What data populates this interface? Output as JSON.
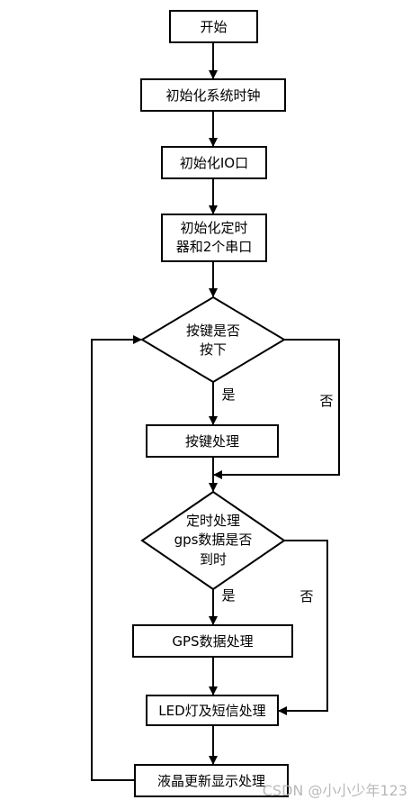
{
  "flowchart": {
    "start": "开始",
    "init_clock": "初始化系统时钟",
    "init_io": "初始化IO口",
    "init_timer_line1": "初始化定时",
    "init_timer_line2": "器和2个串口",
    "decision_key_line1": "按键是否",
    "decision_key_line2": "按下",
    "key_yes": "是",
    "key_no": "否",
    "key_process": "按键处理",
    "decision_timer_line1": "定时处理",
    "decision_timer_line2": "gps数据是否",
    "decision_timer_line3": "到时",
    "timer_yes": "是",
    "timer_no": "否",
    "gps_process": "GPS数据处理",
    "led_sms_process": "LED灯及短信处理",
    "lcd_update": "液晶更新显示处理"
  },
  "watermark": "CSDN @小小少年123"
}
